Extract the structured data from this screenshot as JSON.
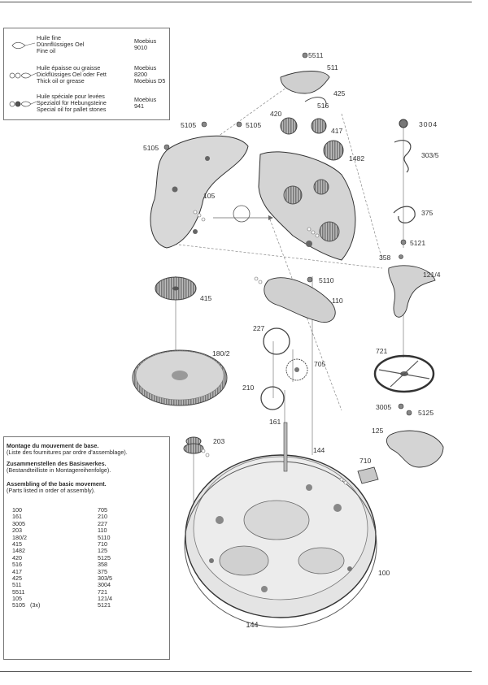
{
  "legend": {
    "rows": [
      {
        "names": [
          "Huile fine",
          "Dünnflüssiges Oel",
          "Fine oil"
        ],
        "product": [
          "Moebius",
          "9010"
        ],
        "symbol": "fine-oil-drop-icon"
      },
      {
        "names": [
          "Huile épaisse ou graisse",
          "Dickflüssiges Oel oder Fett",
          "Thick oil or grease"
        ],
        "product": [
          "Moebius",
          "8200",
          "Moebius D5"
        ],
        "symbol": "thick-oil-drops-icon"
      },
      {
        "names": [
          "Huile spéciale pour levées",
          "Spezialöl für Hebungsteine",
          "Special oil for pallet stones"
        ],
        "product": [
          "Moebius",
          "941"
        ],
        "symbol": "pallet-oil-drops-icon"
      }
    ]
  },
  "assembly": {
    "fr_title": "Montage du mouvement de base.",
    "fr_sub": "(Liste des fournitures par ordre d'assemblage).",
    "de_title": "Zusammenstellen des Basiswerkes.",
    "de_sub": "(Bestandteilliste in Montagereihenfolge).",
    "en_title": "Assembling of the basic movement.",
    "en_sub": "(Parts listed in order of assembly).",
    "col1": [
      "100",
      "161",
      "3005",
      "203",
      "180/2",
      "415",
      "1482",
      "420",
      "516",
      "417",
      "425",
      "511",
      "5511",
      "105",
      "5105   (3x)"
    ],
    "col2": [
      "705",
      "210",
      "227",
      "110",
      "5110",
      "710",
      "125",
      "5125",
      "358",
      "375",
      "303/5",
      "3004",
      "721",
      "121/4",
      "5121"
    ]
  },
  "labels": {
    "p5511": "5511",
    "p511": "511",
    "p425": "425",
    "p516": "516",
    "p420": "420",
    "p417": "417",
    "p5105a": "5105",
    "p5105b": "5105",
    "p5105c": "5105",
    "p1482": "1482",
    "p105": "105",
    "p3004": "3004",
    "p303_5": "303/5",
    "p375": "375",
    "p5121": "5121",
    "p358": "358",
    "p121_4": "121/4",
    "p5110": "5110",
    "p110": "110",
    "p415": "415",
    "p227": "227",
    "p705": "705",
    "p180_2": "180/2",
    "p721": "721",
    "p210": "210",
    "p3005": "3005",
    "p5125": "5125",
    "p161": "161",
    "p125": "125",
    "p203": "203",
    "p144": "144",
    "p710": "710",
    "p100": "100"
  },
  "page_number": "144"
}
